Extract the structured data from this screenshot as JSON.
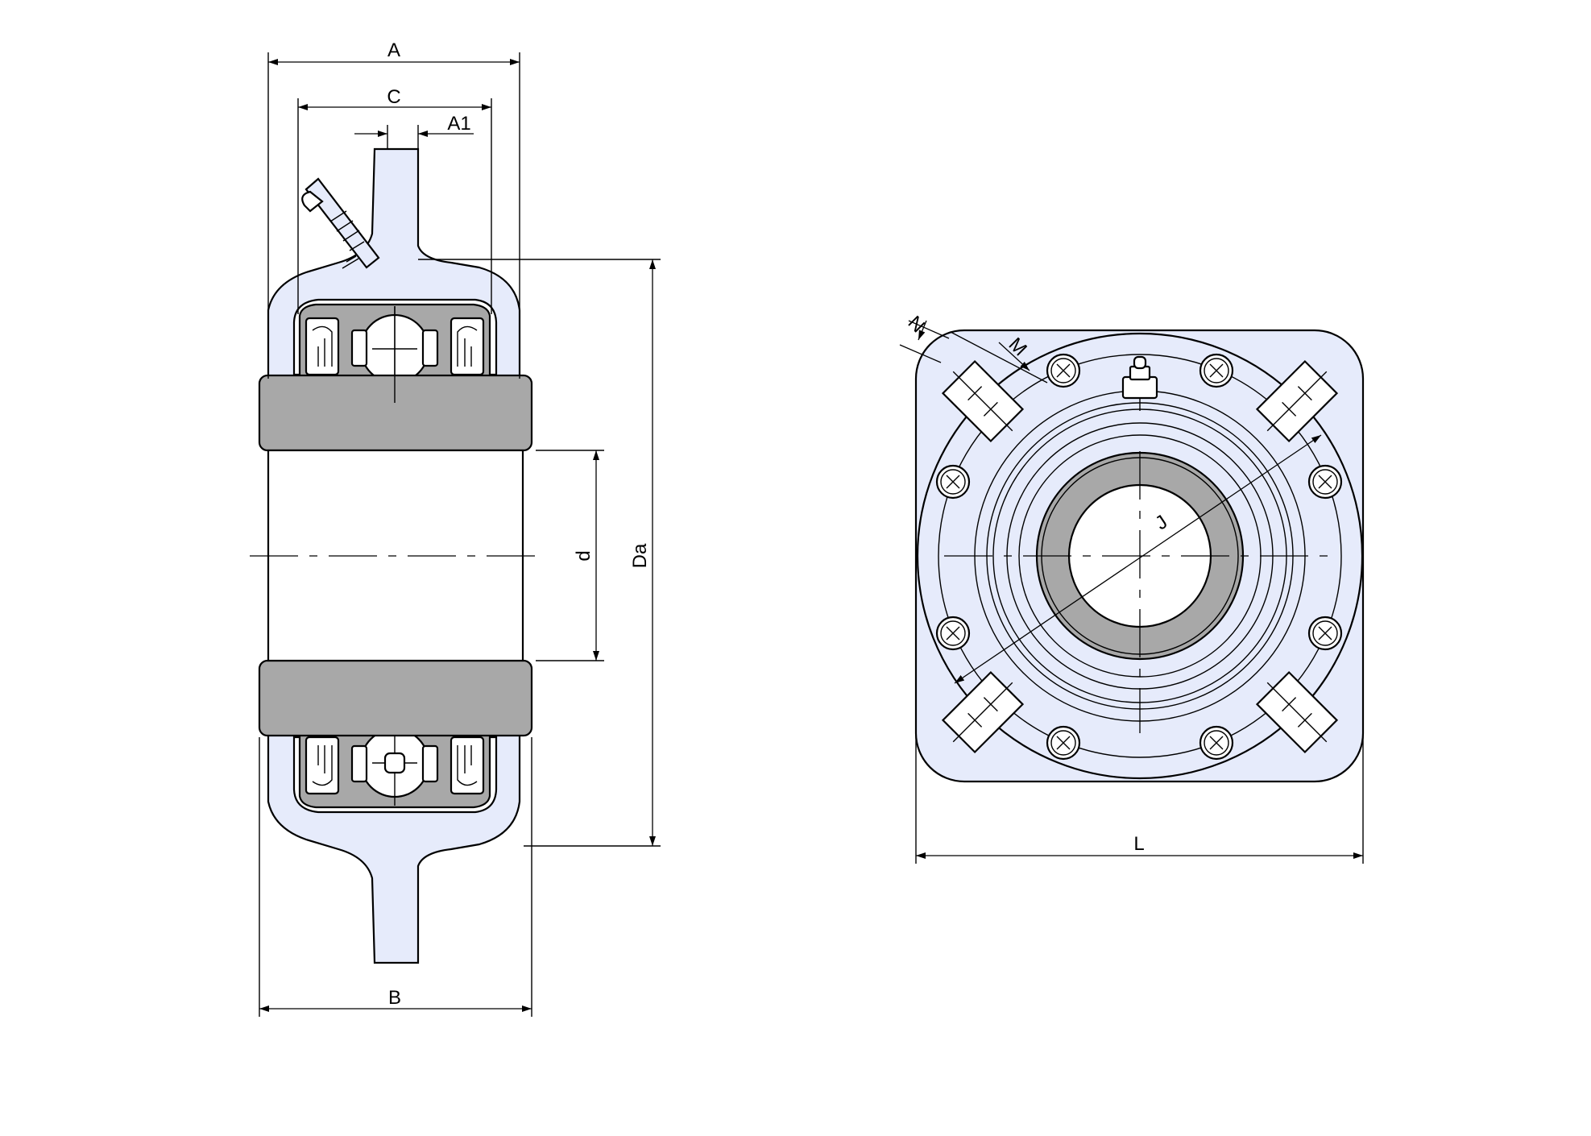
{
  "colors": {
    "housing": "#e6ebfb",
    "ring": "#a8a8a8",
    "line": "#000000",
    "background": "#ffffff"
  },
  "labels": {
    "A": "A",
    "C": "C",
    "A1": "A1",
    "B": "B",
    "d": "d",
    "Da": "Da",
    "N": "N",
    "M": "M",
    "J": "J",
    "L": "L"
  }
}
